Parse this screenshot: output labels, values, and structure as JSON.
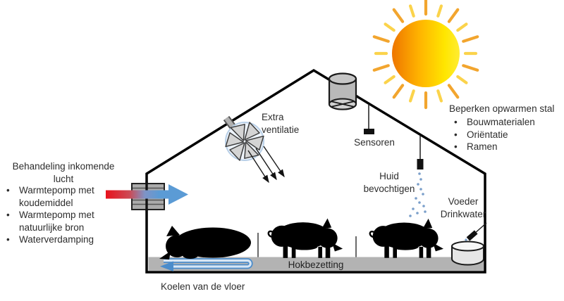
{
  "diagram": {
    "left_panel": {
      "title": "Behandeling inkomende lucht",
      "items": [
        "Warmtepomp met koudemiddel",
        "Warmtepomp met natuurlijke bron",
        "Waterverdamping"
      ]
    },
    "right_panel": {
      "title": "Beperken opwarmen stal",
      "items": [
        "Bouwmaterialen",
        "Oriëntatie",
        "Ramen"
      ]
    },
    "labels": {
      "extra_ventilatie": "Extra ventilatie",
      "sensoren": "Sensoren",
      "huid_bevochtigen": "Huid bevochtigen",
      "voeder_drinkwater": "Voeder Drinkwater",
      "hokbezetting": "Hokbezetting",
      "koelen_vloer": "Koelen van de vloer"
    },
    "icons": {
      "sun-icon": "sun with rays (warming of the barn)",
      "fan-icon": "extra ventilation fan on roof",
      "chimney-fan-icon": "roof ventilation chimney with fan",
      "sensor-icon": "hanging sensor",
      "sprinkler-icon": "skin-wetting sprinkler with droplets",
      "drink-nipple-icon": "drinking nipple with droplets",
      "water-trough-icon": "water trough",
      "pig-silhouette": "pig",
      "air-duct-icon": "inlet air treatment duct",
      "inlet-air-arrow": "warm air in, cooled air out",
      "cooling-pipe-icon": "floor cooling loop"
    },
    "colors": {
      "warm_air": "#e8111c",
      "cooled_air": "#5b9bd5",
      "floor": "#b3b3b3",
      "cooling_pipe": "#4b8ccb",
      "water_drops": "#7b9fca",
      "sun_core": "#ee7500",
      "sun_edge": "#ffe600",
      "outline": "#000000"
    }
  },
  "ui": {
    "bullet": "•"
  }
}
